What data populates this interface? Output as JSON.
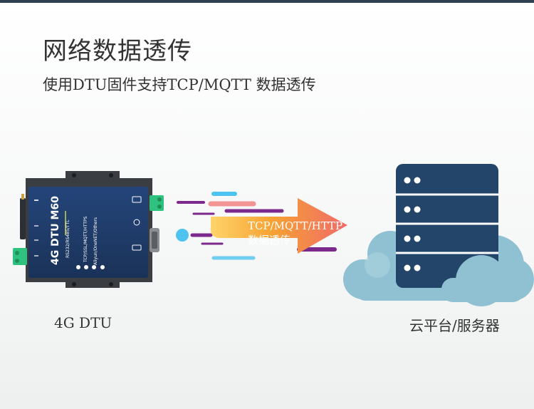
{
  "title": "网络数据透传",
  "subtitle": "使用DTU固件支持TCP/MQTT 数据透传",
  "device": {
    "caption": "4G DTU",
    "model_label": "4G DTU M60",
    "spec_label": "RS232/RS485/TTL",
    "protocol_label": "TCP/SSL/MQTT/HTTPS",
    "cloud_label": "Aliyun/OneNET/Others"
  },
  "arrow": {
    "protocols": "TCP/MQTT/HTTP",
    "label": "数据透传"
  },
  "cloud": {
    "caption": "云平台/服务器"
  },
  "colors": {
    "header_bar": "#2f4050",
    "device_body": "#1f3a63",
    "device_frame": "#3a3d42",
    "server": "#234569",
    "cloud": "#8fc1d3",
    "arrow_orange": "#f6a233",
    "arrow_pink": "#f06a6a",
    "accent_purple": "#7b2a8c",
    "terminal_green": "#2ec27e"
  }
}
